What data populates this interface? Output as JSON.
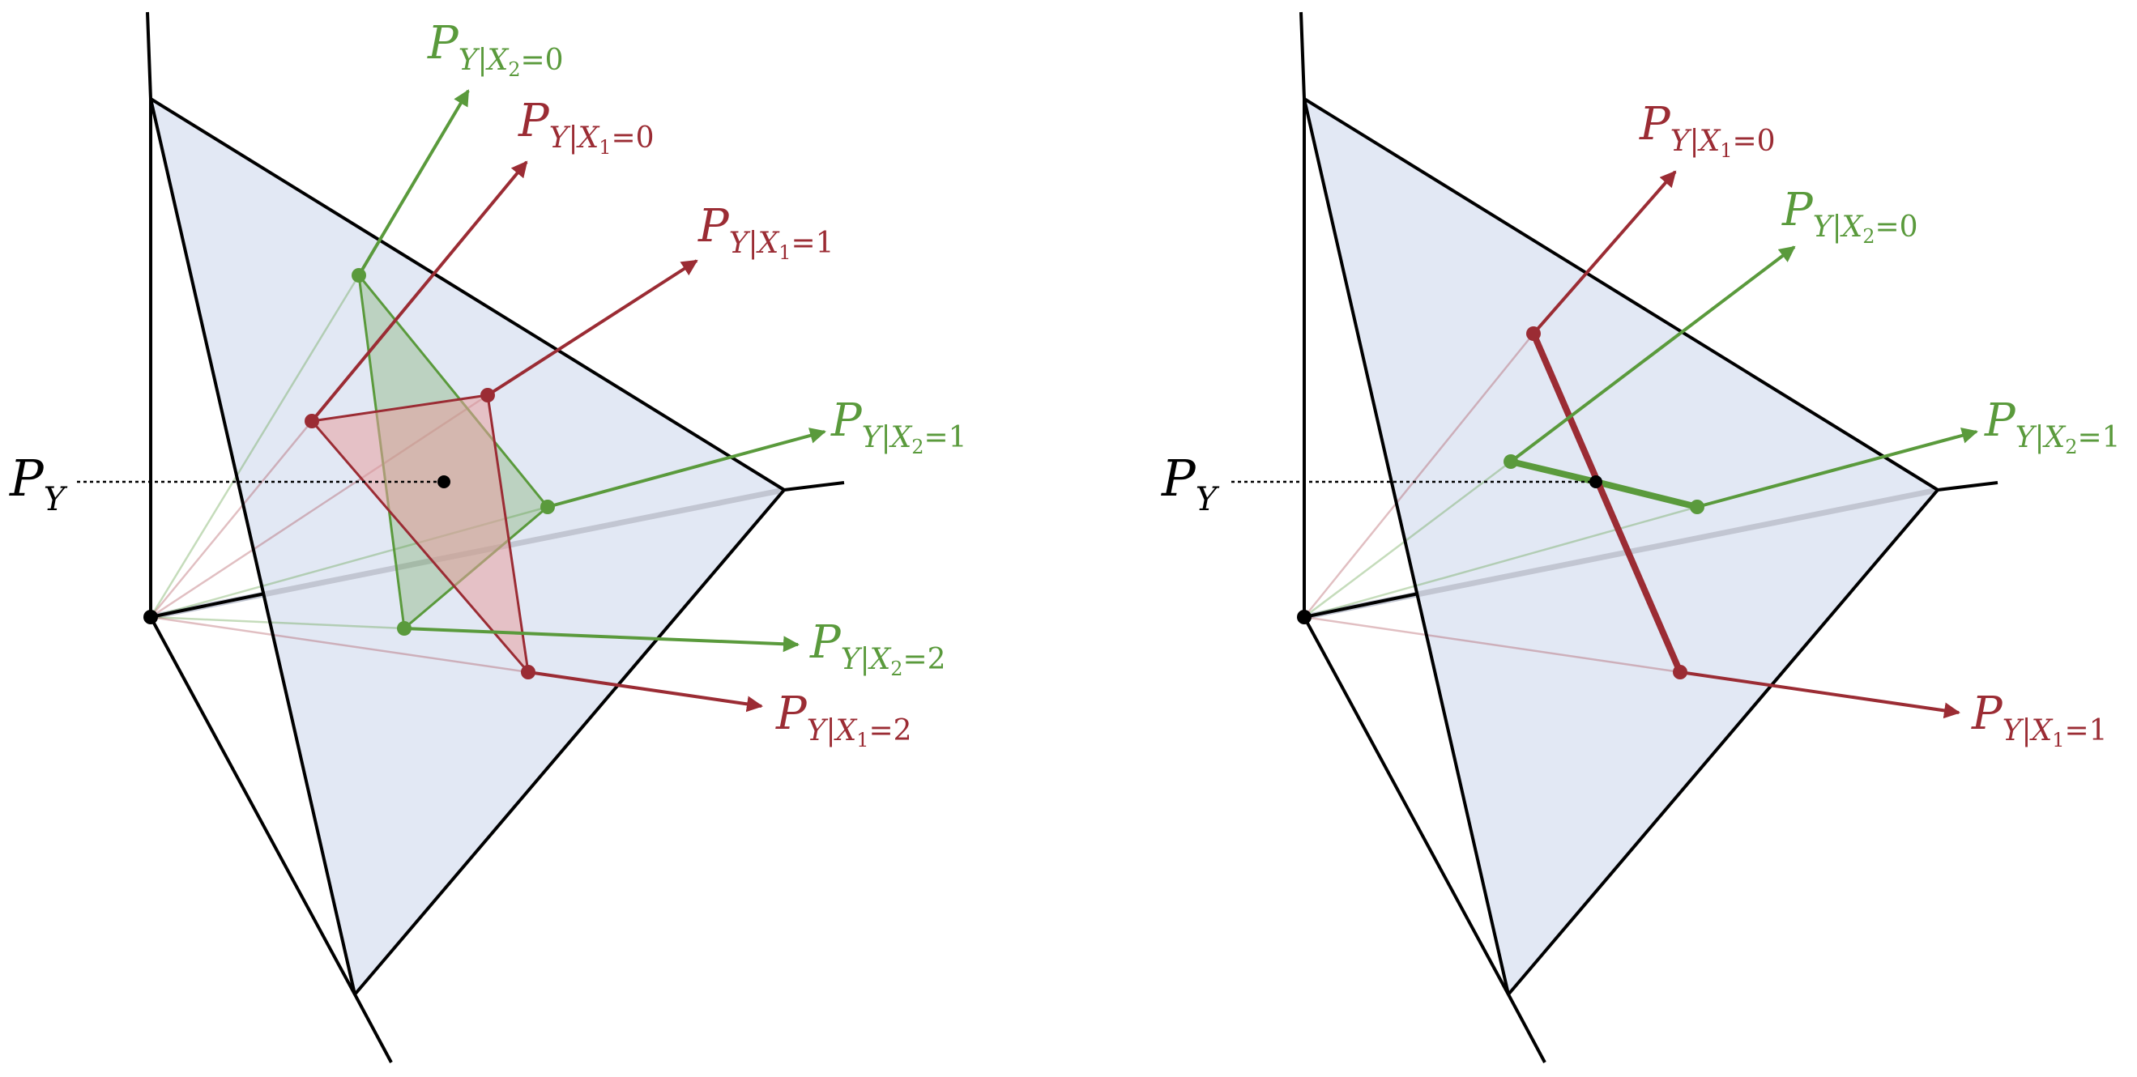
{
  "colors": {
    "red": "#9b2c34",
    "green": "#5a9a3c",
    "simplex_fill": "#e2e8f4",
    "red_fill": "#f2c4c4",
    "green_fill": "#c8dcc0",
    "axis": "#000000",
    "diagonal": "#c2c6d2"
  },
  "panels": [
    {
      "id": "left",
      "py_label": {
        "main": "P",
        "sub": "Y"
      },
      "red_labels": [
        {
          "main": "P",
          "y": "Y",
          "var": "X",
          "idx": "1",
          "val": "=0"
        },
        {
          "main": "P",
          "y": "Y",
          "var": "X",
          "idx": "1",
          "val": "=1"
        },
        {
          "main": "P",
          "y": "Y",
          "var": "X",
          "idx": "1",
          "val": "=2"
        }
      ],
      "green_labels": [
        {
          "main": "P",
          "y": "Y",
          "var": "X",
          "idx": "2",
          "val": "=0"
        },
        {
          "main": "P",
          "y": "Y",
          "var": "X",
          "idx": "2",
          "val": "=1"
        },
        {
          "main": "P",
          "y": "Y",
          "var": "X",
          "idx": "2",
          "val": "=2"
        }
      ]
    },
    {
      "id": "right",
      "py_label": {
        "main": "P",
        "sub": "Y"
      },
      "red_labels": [
        {
          "main": "P",
          "y": "Y",
          "var": "X",
          "idx": "1",
          "val": "=0"
        },
        {
          "main": "P",
          "y": "Y",
          "var": "X",
          "idx": "1",
          "val": "=1"
        }
      ],
      "green_labels": [
        {
          "main": "P",
          "y": "Y",
          "var": "X",
          "idx": "2",
          "val": "=0"
        },
        {
          "main": "P",
          "y": "Y",
          "var": "X",
          "idx": "2",
          "val": "=1"
        }
      ]
    }
  ]
}
